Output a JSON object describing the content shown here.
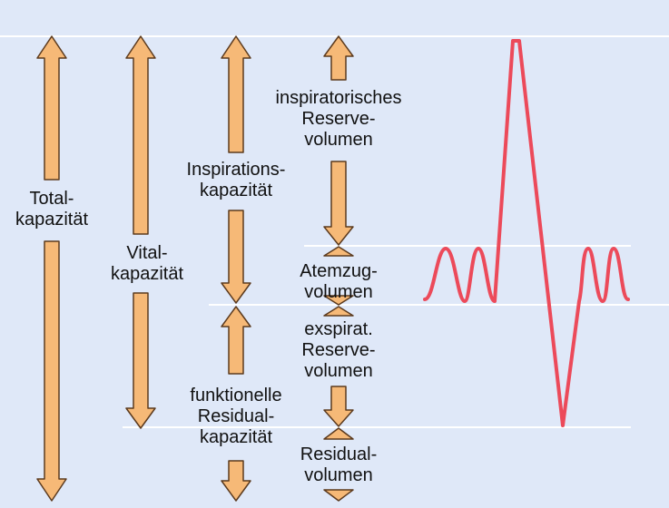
{
  "colors": {
    "background": "#dfe8f8",
    "arrow_fill": "#f6b977",
    "arrow_stroke": "#5b3a1e",
    "guide_line": "#ffffff",
    "trace": "#ec4a5a"
  },
  "labels": {
    "total_capacity": [
      "Total-",
      "kapazität"
    ],
    "vital_capacity": [
      "Vital-",
      "kapazität"
    ],
    "inspiratory_capacity": [
      "Inspirations-",
      "kapazität"
    ],
    "functional_residual_capacity": [
      "funktionelle",
      "Residual-",
      "kapazität"
    ],
    "inspiratory_reserve_volume": [
      "inspiratorisches",
      "Reserve-",
      "volumen"
    ],
    "tidal_volume": [
      "Atemzug-",
      "volumen"
    ],
    "expiratory_reserve_volume": [
      "exspirat.",
      "Reserve-",
      "volumen"
    ],
    "residual_volume": [
      "Residual-",
      "volumen"
    ]
  }
}
